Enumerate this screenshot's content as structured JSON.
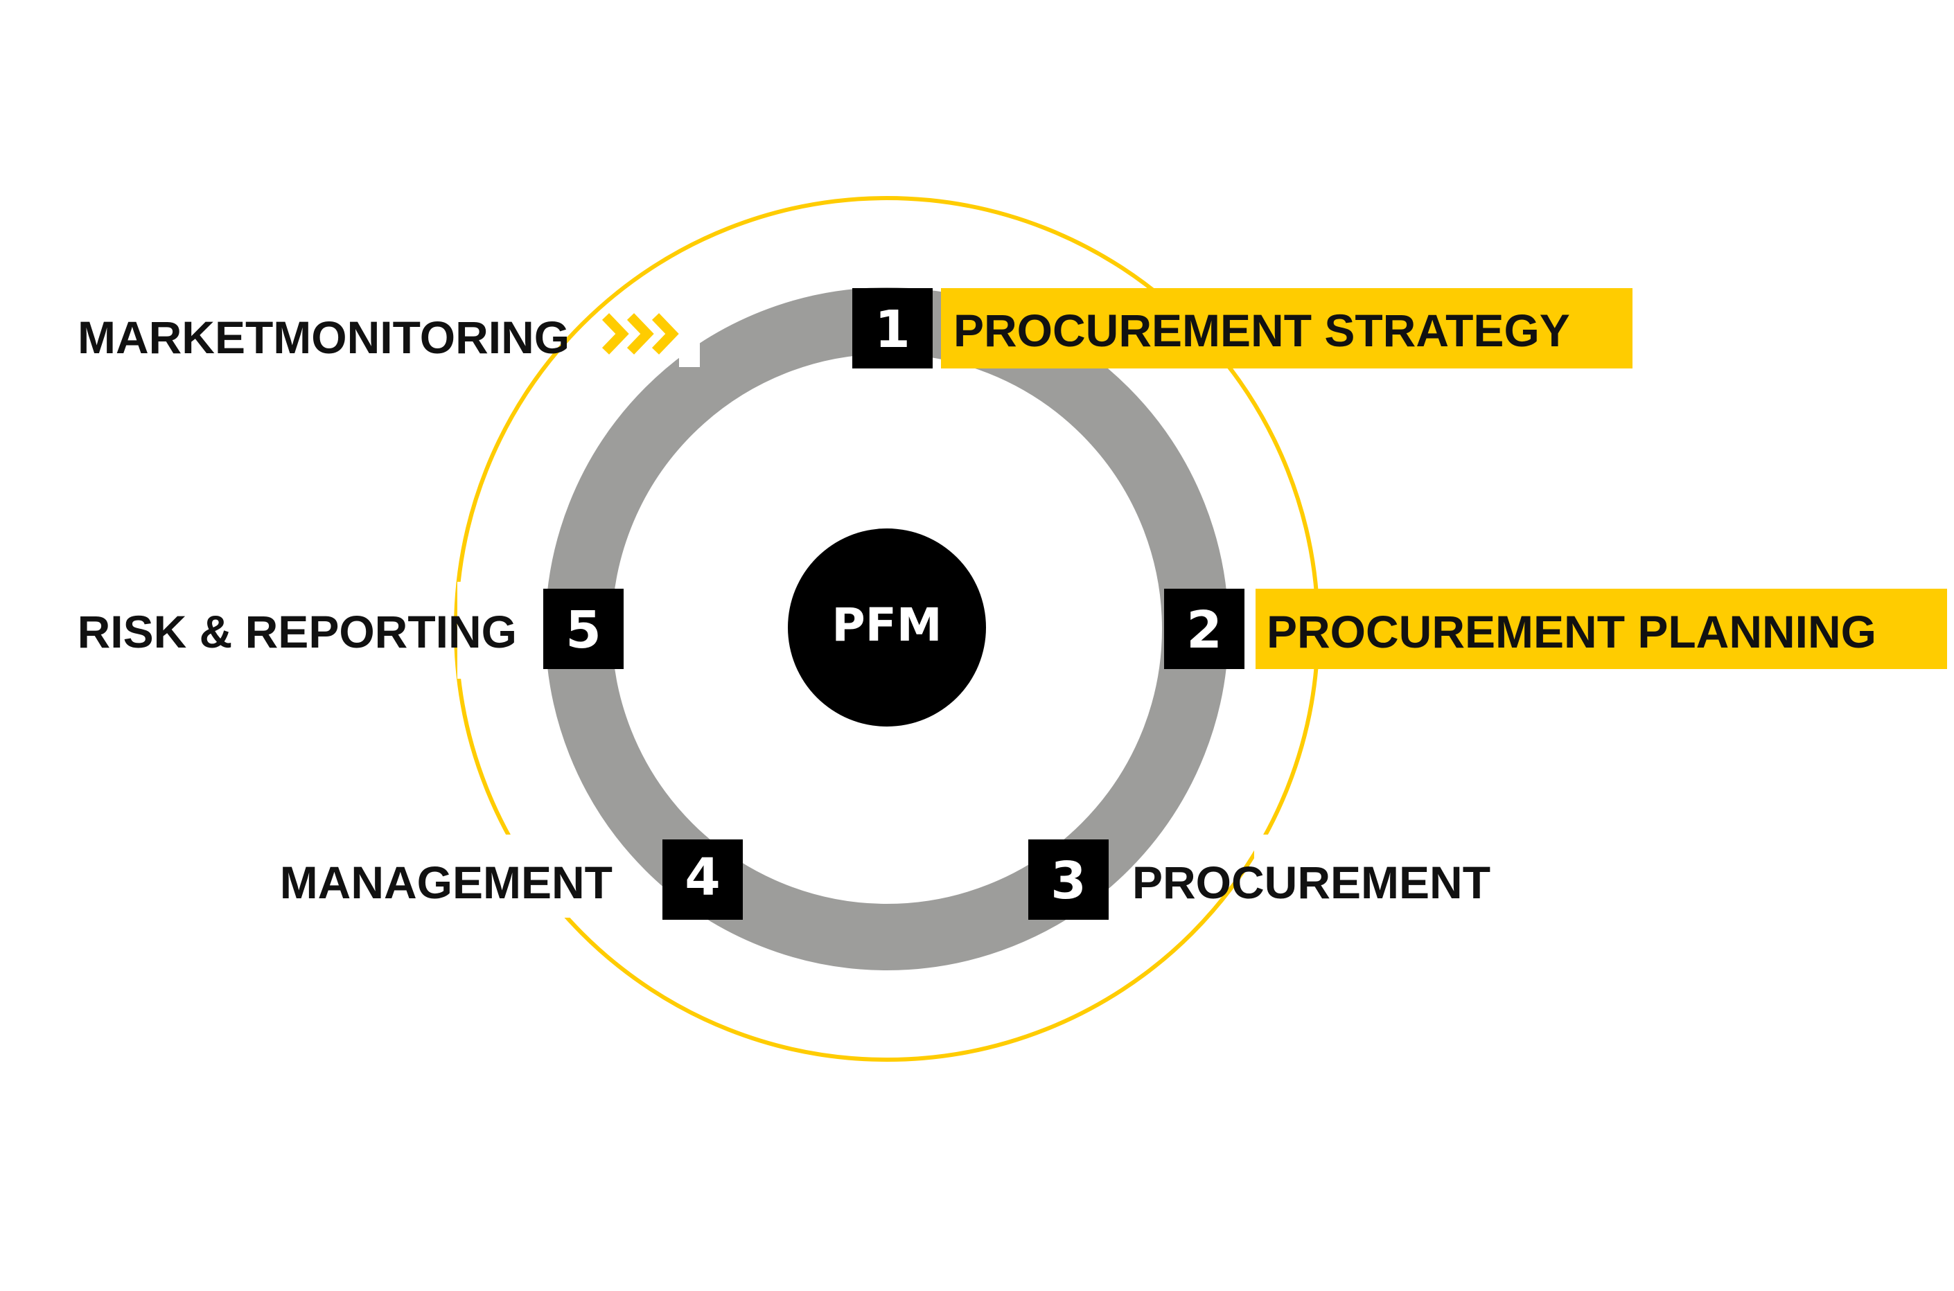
{
  "center": {
    "label": "PFM"
  },
  "steps": [
    {
      "number": "1",
      "label": "PROCUREMENT STRATEGY",
      "highlighted": true
    },
    {
      "number": "2",
      "label": "PROCUREMENT PLANNING",
      "highlighted": true
    },
    {
      "number": "3",
      "label": "PROCUREMENT",
      "highlighted": false
    },
    {
      "number": "4",
      "label": "MANAGEMENT",
      "highlighted": false
    },
    {
      "number": "5",
      "label": "RISK & REPORTING",
      "highlighted": false
    }
  ],
  "input": {
    "label": "MARKETMONITORING",
    "icon": "triple-chevron-right-icon"
  },
  "colors": {
    "accent": "#FFCC00",
    "ring": "#9D9D9B",
    "box": "#000000",
    "text": "#111111",
    "background": "#FFFFFF"
  }
}
